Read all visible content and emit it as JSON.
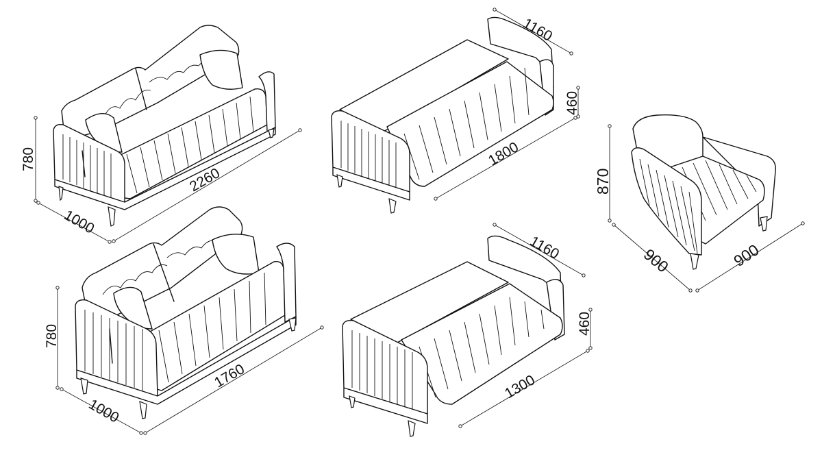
{
  "sofa_3seat": {
    "height": "780",
    "depth": "1000",
    "width": "2260"
  },
  "sofa_bed_3seat": {
    "arm": "1160",
    "seat_height": "460",
    "bed_length": "1800"
  },
  "armchair": {
    "height": "870",
    "depth": "900",
    "width": "900"
  },
  "sofa_2seat": {
    "height": "780",
    "depth": "1000",
    "width": "1760"
  },
  "sofa_bed_2seat": {
    "arm": "1160",
    "seat_height": "460",
    "bed_length": "1300"
  },
  "colors": {
    "line": "#111111",
    "background": "#ffffff"
  }
}
